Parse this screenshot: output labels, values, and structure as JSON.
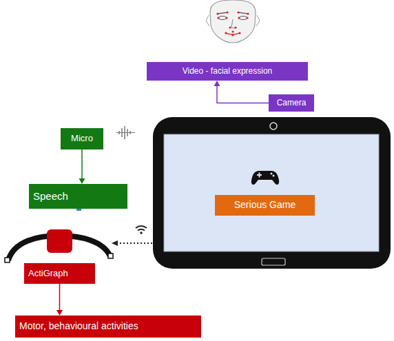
{
  "diagram": {
    "nodes": [
      {
        "text": [
          "Video - facial expression"
        ]
      },
      {
        "text": [
          "Camera"
        ]
      },
      {
        "text": [
          "Micro"
        ]
      },
      {
        "text": [
          "Speech"
        ]
      },
      {
        "text": [
          "Serious Game"
        ]
      },
      {
        "text": [
          "ActiGraph"
        ]
      },
      {
        "text": [
          "Motor, behavioural activities"
        ]
      }
    ],
    "edges": [
      {
        "from": 1,
        "to": 0,
        "arrow": "to"
      },
      {
        "from": 2,
        "to": 3,
        "arrow": "to"
      },
      {
        "from": 5,
        "to": 6,
        "arrow": "to"
      }
    ]
  }
}
